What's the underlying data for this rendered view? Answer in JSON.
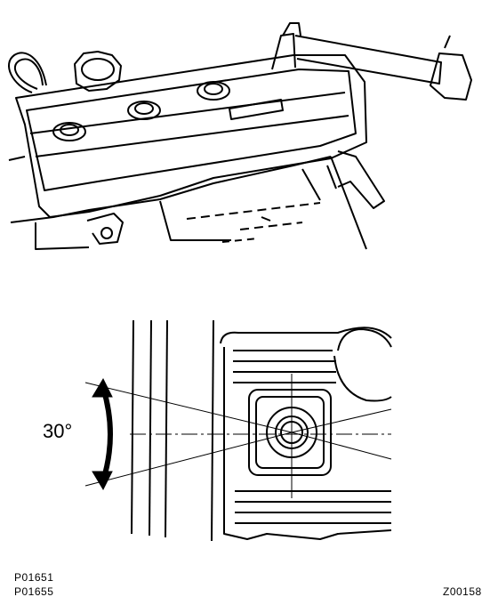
{
  "figure": {
    "angle_label": "30°",
    "part_codes": [
      "P01651",
      "P01655"
    ],
    "figure_code": "Z00158"
  },
  "colors": {
    "ink": "#000000",
    "paper": "#ffffff"
  }
}
